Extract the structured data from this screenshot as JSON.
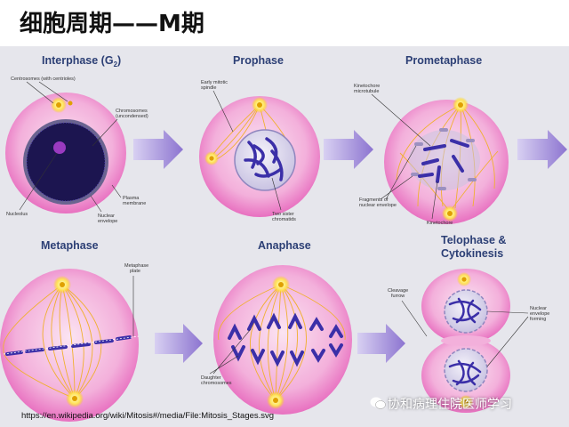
{
  "slide": {
    "title": "细胞周期——M期",
    "credit": "https://en.wikipedia.org/wiki/Mitosis#/media/File:Mitosis_Stages.svg",
    "watermark": "协和病理住院医师学习"
  },
  "stages": {
    "interphase": "Interphase (G",
    "interphase_sub": "2",
    "prophase": "Prophase",
    "prometaphase": "Prometaphase",
    "metaphase": "Metaphase",
    "anaphase": "Anaphase",
    "telophase_line1": "Telophase &",
    "telophase_line2": "Cytokinesis"
  },
  "labels": {
    "centrosomes": "Centrosomes (with centrioles)",
    "chromosomes_1": "Chromosomes",
    "chromosomes_2": "(uncondensed)",
    "nucleolus": "Nucleolus",
    "plasma_1": "Plasma",
    "plasma_2": "membrane",
    "nuclear_env_1": "Nuclear",
    "nuclear_env_2": "envelope",
    "early_spindle_1": "Early mitotic",
    "early_spindle_2": "spindle",
    "sister_1": "Two sister",
    "sister_2": "chromatids",
    "kinetochore_mt_1": "Kinetochore",
    "kinetochore_mt_2": "microtubule",
    "fragments_1": "Fragments of",
    "fragments_2": "nuclear envelope",
    "kinetochore": "Kinetochore",
    "metaphase_plate_1": "Metaphase",
    "metaphase_plate_2": "plate",
    "daughter_1": "Daughter",
    "daughter_2": "chromosomes",
    "cleavage_1": "Cleavage",
    "cleavage_2": "furrow",
    "ne_forming_1": "Nuclear",
    "ne_forming_2": "envelope",
    "ne_forming_3": "forming"
  },
  "colors": {
    "cell": "#ee88cc",
    "chromosome": "#3b2fa8",
    "spindle": "#f0b030",
    "arrow": "#9a86d8",
    "title_text": "#2c3f75"
  }
}
